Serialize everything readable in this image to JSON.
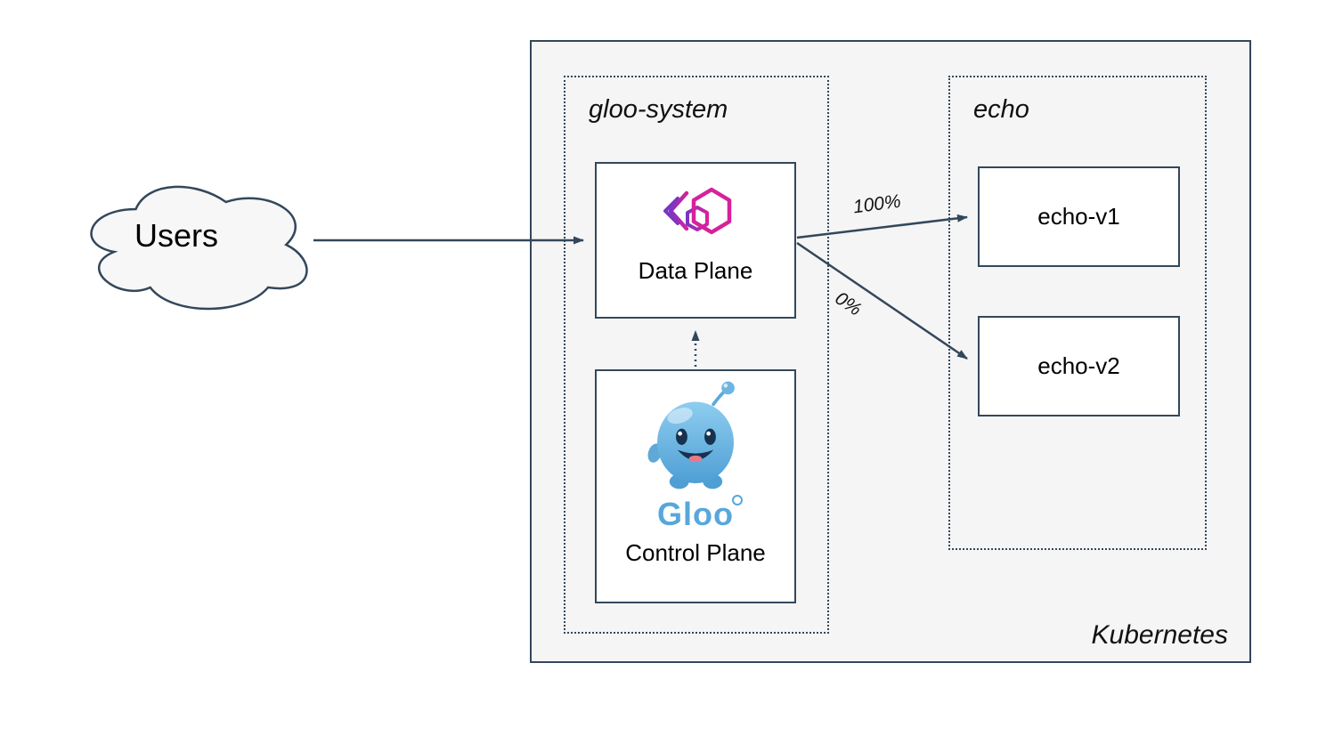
{
  "cloud": {
    "label": "Users",
    "icon": "cloud-shape-icon"
  },
  "kubernetes": {
    "label": "Kubernetes"
  },
  "namespaces": {
    "gloo_system": {
      "label": "gloo-system"
    },
    "echo": {
      "label": "echo"
    }
  },
  "nodes": {
    "data_plane": {
      "label": "Data Plane",
      "icon": "gloo-gateway-icon"
    },
    "control_plane": {
      "label": "Control Plane",
      "icon": "gloo-mascot-icon",
      "wordmark": "Gloo"
    },
    "echo_v1": {
      "label": "echo-v1"
    },
    "echo_v2": {
      "label": "echo-v2"
    }
  },
  "edges": {
    "users_to_dataplane": {
      "style": "solid"
    },
    "dataplane_to_echo_v1": {
      "label": "100%",
      "style": "solid"
    },
    "dataplane_to_echo_v2": {
      "label": "0%",
      "style": "solid"
    },
    "controlplane_to_dataplane": {
      "style": "dotted"
    }
  },
  "colors": {
    "outline": "#33475b",
    "kubernetes_fill": "#f5f5f5",
    "node_fill": "#ffffff",
    "gloo_pink": "#d6219c",
    "gloo_purple": "#7a35c1",
    "gloo_blue": "#58a7db"
  }
}
